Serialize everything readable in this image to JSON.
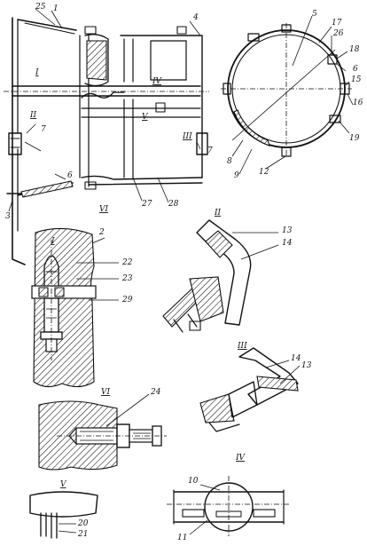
{
  "views": {
    "I": {
      "label": "I"
    },
    "II": {
      "label": "II"
    },
    "III": {
      "label": "III"
    },
    "IV": {
      "label": "IV"
    },
    "V": {
      "label": "V"
    },
    "VI": {
      "label": "VI"
    }
  },
  "callouts": {
    "c1": "1",
    "c2": "2",
    "c3": "3",
    "c4": "4",
    "c5": "5",
    "c6": "6",
    "c7": "7",
    "c8": "8",
    "c9": "9",
    "c10": "10",
    "c11": "11",
    "c12": "12",
    "c13": "13",
    "c14": "14",
    "c15": "15",
    "c16": "16",
    "c17": "17",
    "c18": "18",
    "c19": "19",
    "c20": "20",
    "c21": "21",
    "c22": "22",
    "c23": "23",
    "c24": "24",
    "c25": "25",
    "c26": "26",
    "c27": "27",
    "c28": "28",
    "c29": "29"
  }
}
